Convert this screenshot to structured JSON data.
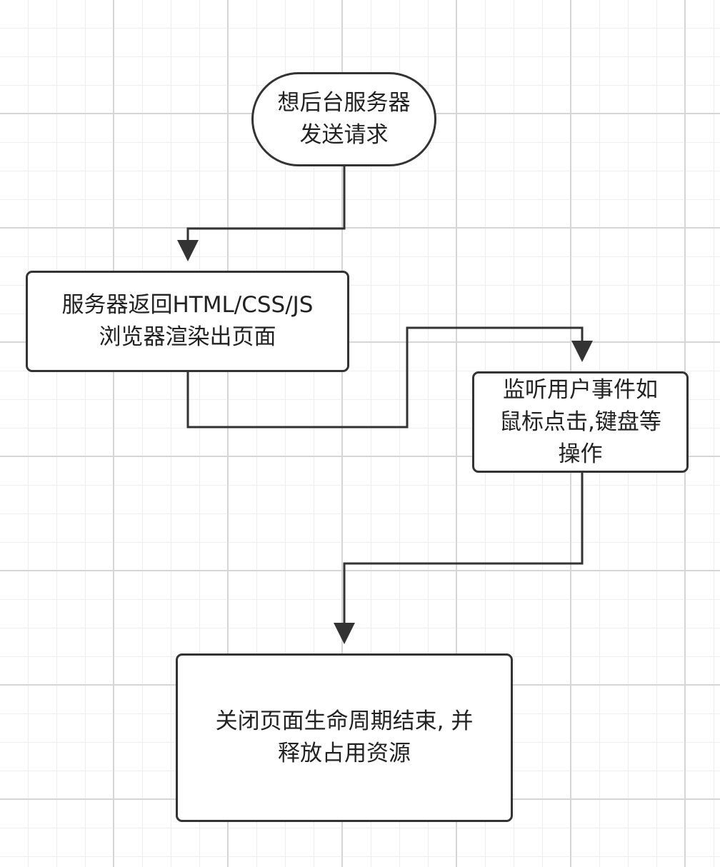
{
  "diagram": {
    "nodes": [
      {
        "id": "start",
        "text": "想后台服务器\n发送请求"
      },
      {
        "id": "render",
        "text": "服务器返回HTML/CSS/JS\n浏览器渲染出页面"
      },
      {
        "id": "listen",
        "text": "监听用户事件如\n鼠标点击,键盘等\n操作"
      },
      {
        "id": "close",
        "text": "关闭页面生命周期结束, 并\n释放占用资源"
      }
    ],
    "edges": [
      {
        "from": "start",
        "to": "render"
      },
      {
        "from": "render",
        "to": "listen"
      },
      {
        "from": "listen",
        "to": "close"
      }
    ],
    "colors": {
      "stroke": "#333333",
      "text": "#222222",
      "grid": "#d6d6d6"
    }
  }
}
